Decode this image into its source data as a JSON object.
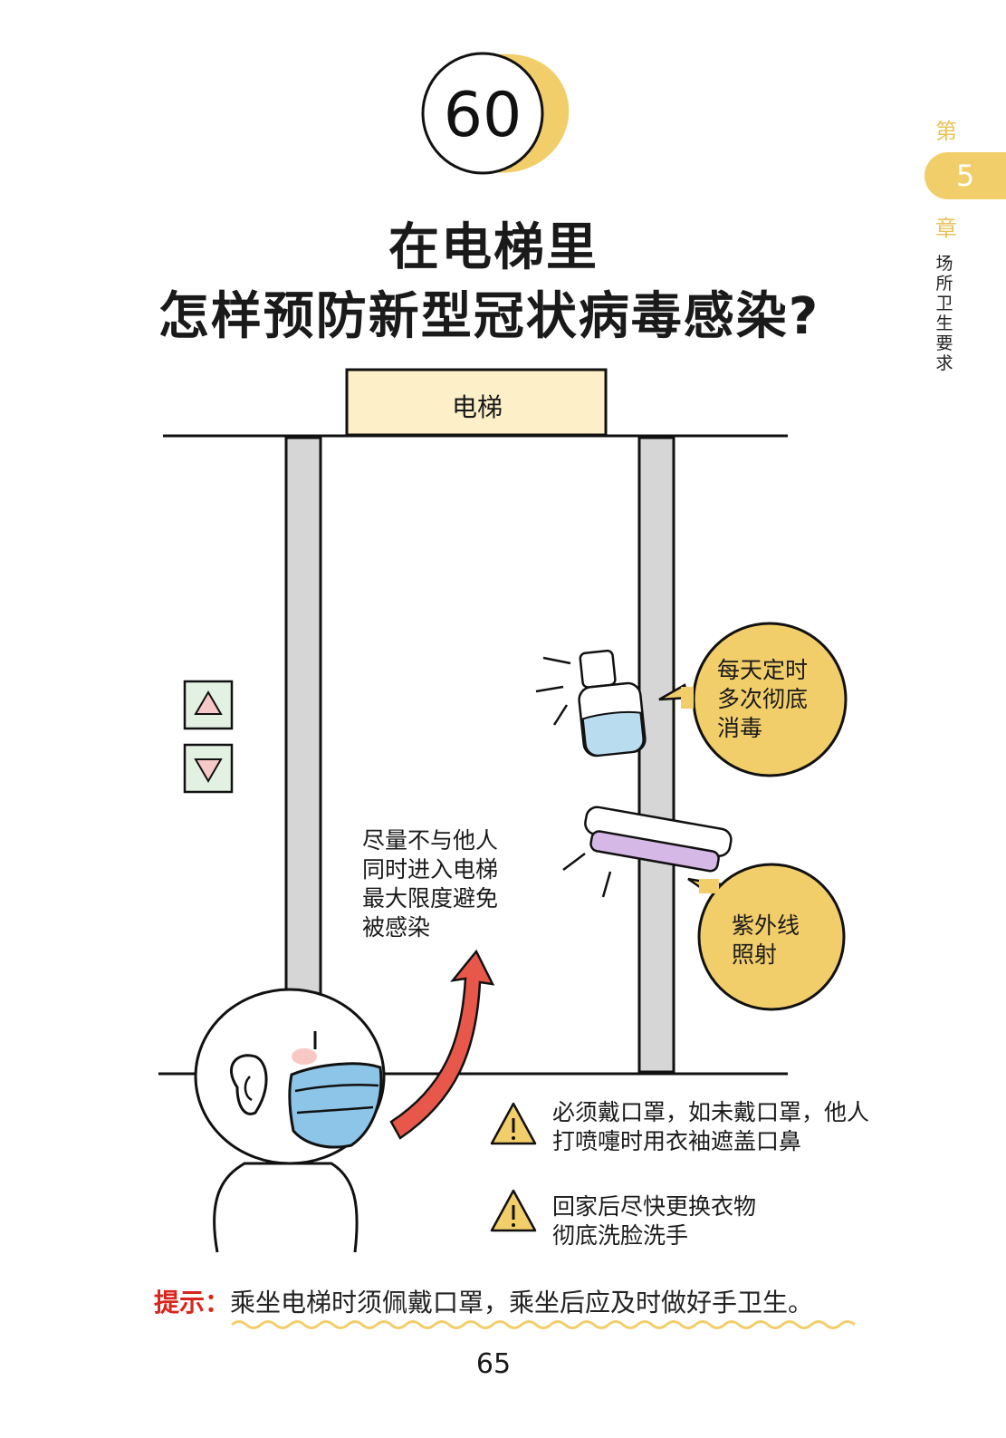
{
  "badge": {
    "number": "60"
  },
  "chapter": {
    "prefix": "第",
    "number": "5",
    "suffix": "章",
    "topic": "场所卫生要求"
  },
  "title": {
    "line1": "在电梯里",
    "line2": "怎样预防新型冠状病毒感染?"
  },
  "illustration": {
    "elevator_sign": "电梯",
    "avoid_note": [
      "尽量不与他人",
      "同时进入电梯",
      "最大限度避免",
      "被感染"
    ],
    "disinfect_bubble": [
      "每天定时",
      "多次彻底",
      "消毒"
    ],
    "uv_bubble": [
      "紫外线",
      "照射"
    ]
  },
  "warnings": [
    {
      "line1": "必须戴口罩，如未戴口罩，他人",
      "line2": "打喷嚏时用衣袖遮盖口鼻"
    },
    {
      "line1": "回家后尽快更换衣物",
      "line2": "彻底洗脸洗手"
    }
  ],
  "tip": {
    "label": "提示：",
    "text": "乘坐电梯时须佩戴口罩，乘坐后应及时做好手卫生。"
  },
  "page_number": "65",
  "colors": {
    "accent_yellow": "#f2ce6a",
    "tip_red": "#d8261e",
    "mask_blue": "#8dc5e8",
    "uv_purple": "#d6b8e6",
    "arrow_red": "#e8584a"
  }
}
